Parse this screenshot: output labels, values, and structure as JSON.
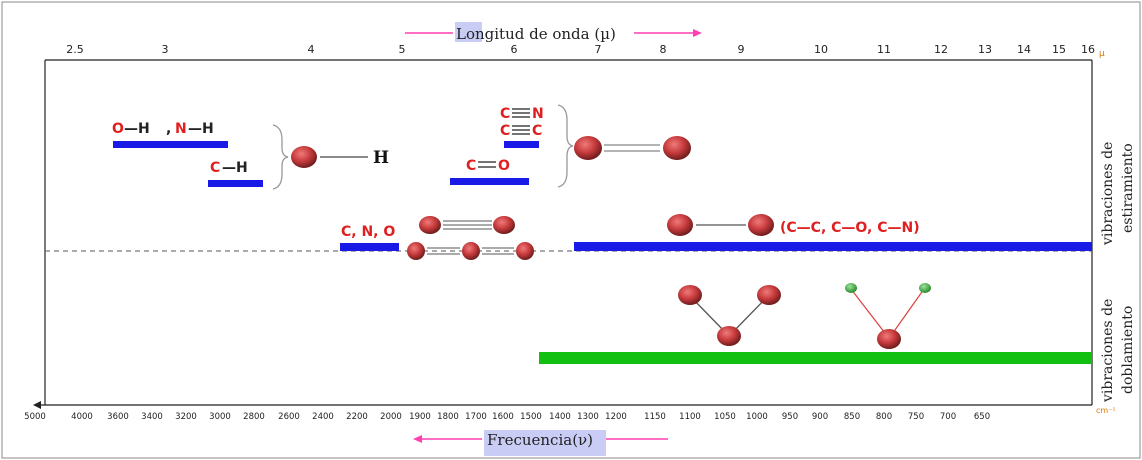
{
  "header": {
    "wavelength_title": "Longitud de onda (µ)",
    "wavelength_unit": "µ"
  },
  "footer": {
    "frequency_title": "Frecuencia(ν)",
    "frequency_unit": "cm⁻¹"
  },
  "top_axis_ticks": [
    "2.5",
    "3",
    "4",
    "5",
    "6",
    "7",
    "8",
    "9",
    "10",
    "11",
    "12",
    "13",
    "14",
    "15",
    "16"
  ],
  "bottom_axis_ticks": [
    "5000",
    "4000",
    "3600",
    "3400",
    "3200",
    "3000",
    "2800",
    "2600",
    "2400",
    "2200",
    "2000",
    "1900",
    "1800",
    "1700",
    "1600",
    "1500",
    "1400",
    "1300",
    "1200",
    "1150",
    "1100",
    "1050",
    "1000",
    "950",
    "900",
    "850",
    "800",
    "750",
    "700",
    "650"
  ],
  "side_labels": {
    "stretching_line1": "vibraciones de",
    "stretching_line2": "estiramiento",
    "bending_line1": "vibraciones de",
    "bending_line2": "doblamiento"
  },
  "bond_labels": {
    "oh_nh": [
      "O",
      "—H",
      ",",
      "N",
      "—H"
    ],
    "ch": [
      "C",
      "—H"
    ],
    "h_atom": "H",
    "cn_triple": [
      "C",
      "N"
    ],
    "cc_triple": [
      "C",
      "C"
    ],
    "co_double": [
      "C",
      "O"
    ],
    "cno": "C, N, O",
    "single_bonds": "(C—C, C—O, C—N)"
  },
  "colors": {
    "stretch_bar": "#1a1ae6",
    "bend_bar": "#11c011",
    "atom": "#c0393b",
    "red_text": "#e02020",
    "arrow": "#ff40b0",
    "highlight": "#c9ccf5",
    "unit": "#e07a00"
  }
}
